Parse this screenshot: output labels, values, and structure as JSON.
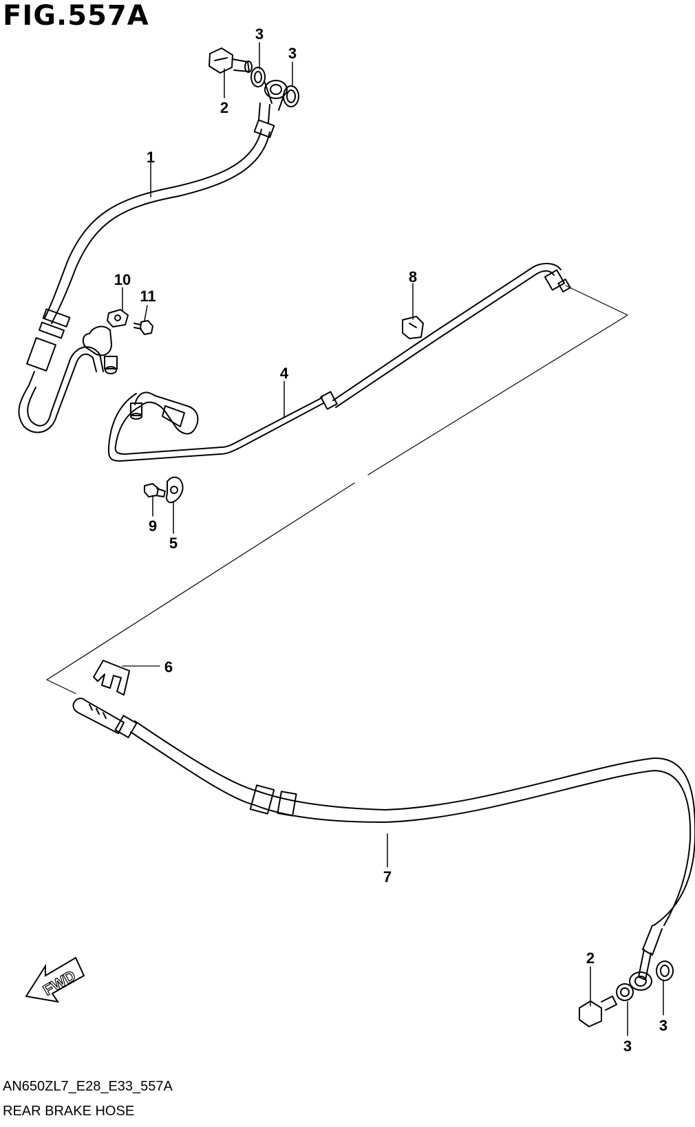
{
  "figure": {
    "title": "FIG.557A",
    "code": "AN650ZL7_E28_E33_557A",
    "subtitle": "REAR BRAKE HOSE"
  },
  "callouts": [
    {
      "id": "c1",
      "label": "1"
    },
    {
      "id": "c2-top",
      "label": "2"
    },
    {
      "id": "c3-top-a",
      "label": "3"
    },
    {
      "id": "c3-top-b",
      "label": "3"
    },
    {
      "id": "c4",
      "label": "4"
    },
    {
      "id": "c5",
      "label": "5"
    },
    {
      "id": "c6",
      "label": "6"
    },
    {
      "id": "c7",
      "label": "7"
    },
    {
      "id": "c8",
      "label": "8"
    },
    {
      "id": "c9",
      "label": "9"
    },
    {
      "id": "c10",
      "label": "10"
    },
    {
      "id": "c11",
      "label": "11"
    },
    {
      "id": "c2-bottom",
      "label": "2"
    },
    {
      "id": "c3-bottom-a",
      "label": "3"
    },
    {
      "id": "c3-bottom-b",
      "label": "3"
    }
  ],
  "fwd_label": "FWD"
}
